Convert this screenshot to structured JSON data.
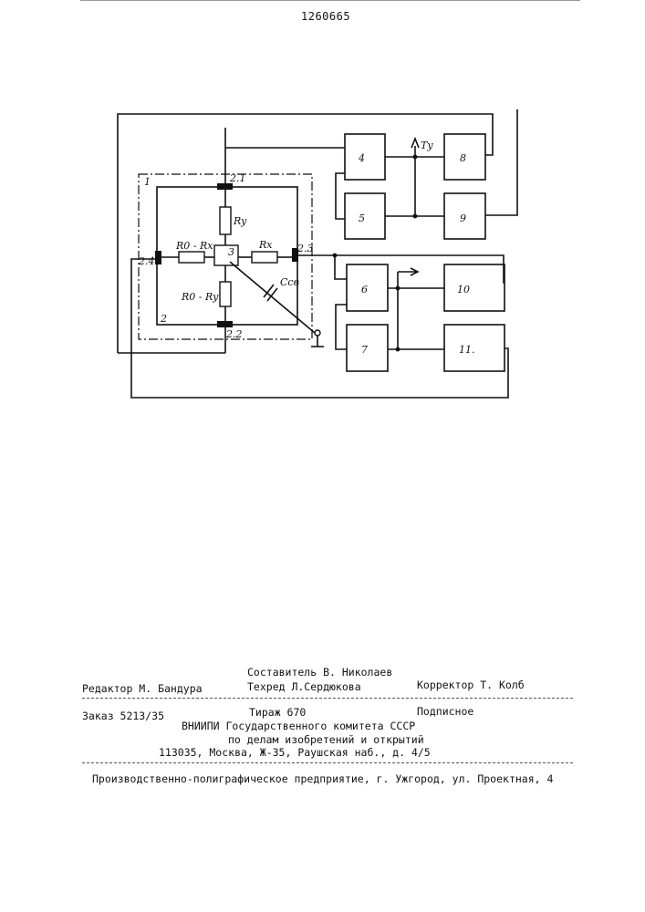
{
  "patent_number": "1260665",
  "diagram": {
    "labels": {
      "frame1": "1",
      "frame2": "2",
      "t21": "2.1",
      "t22": "2.2",
      "t23": "2.3",
      "t24": "2.4",
      "ry": "Ry",
      "rx": "Rx",
      "r0rx": "R0 - Rx",
      "r0ry": "R0 - Ry",
      "center": "3",
      "cs": "Cсв",
      "ty": "Ty",
      "b4": "4",
      "b5": "5",
      "b6": "6",
      "b7": "7",
      "b8": "8",
      "b9": "9",
      "b10": "10",
      "b11": "11."
    }
  },
  "imprint": {
    "compiler": "Составитель В. Николаев",
    "editor": "Редактор М. Бандура",
    "techred": "Техред Л.Сердюкова",
    "corrector": "Корректор Т. Колб",
    "order": "Заказ 5213/35",
    "circulation": "Тираж 670",
    "subscription": "Подписное",
    "org": "ВНИИПИ Государственного комитета СССР",
    "committee": "по делам изобретений и открытий",
    "address": "113035, Москва, Ж-35, Раушская наб., д. 4/5",
    "plant": "Производственно-полиграфическое предприятие, г. Ужгород, ул. Проектная, 4"
  }
}
